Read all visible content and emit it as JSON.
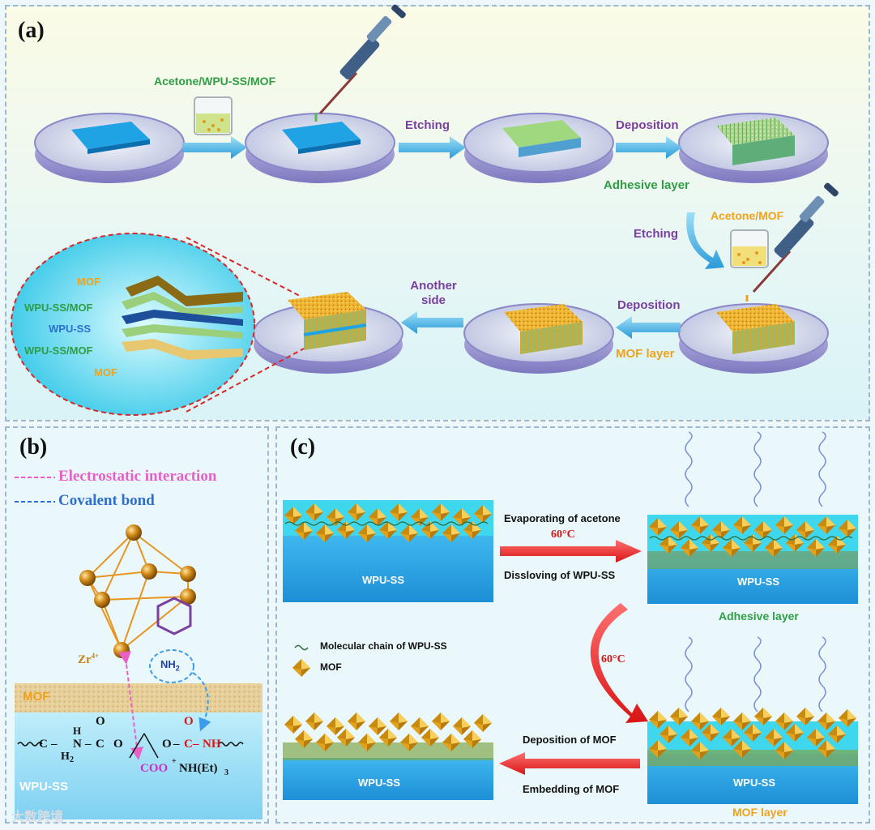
{
  "panel_a": {
    "label": "(a)",
    "steps": {
      "acetone_wpu_mof": "Acetone/WPU-SS/MOF",
      "etching_1": "Etching",
      "deposition_1": "Deposition",
      "adhesive_layer": "Adhesive layer",
      "etching_2": "Etching",
      "acetone_mof": "Acetone/MOF",
      "deposition_2": "Deposition",
      "mof_layer": "MOF layer",
      "another_side": "Another side"
    },
    "stack_labels": [
      "MOF",
      "WPU-SS/MOF",
      "WPU-SS",
      "WPU-SS/MOF",
      "MOF"
    ]
  },
  "panel_b": {
    "label": "(b)",
    "legend": {
      "electrostatic": "Electrostatic interaction",
      "covalent": "Covalent bond"
    },
    "zr": "Zr",
    "zr_charge": "4+",
    "nh2": "NH",
    "nh2_sub": "2",
    "mof": "MOF",
    "wpu": "WPU-SS",
    "chem": {
      "n1": "N",
      "h1": "H",
      "c1": "C",
      "o1": "O",
      "o2": "O",
      "ch2": "C",
      "h2sub": "H",
      "h2n": "2",
      "c2": "C",
      "o3": "O",
      "o4": "O",
      "nh": "NH",
      "coo": "COO",
      "plus": "+",
      "amine": "NH(Et)",
      "amine_sub": "3",
      "dash1": "–",
      "dash2": "–",
      "dash3": "–",
      "dash4": "–"
    },
    "colors": {
      "electrostatic": "#e85fc6",
      "covalent": "#2d6fd1",
      "zr": "#c9820f"
    }
  },
  "panel_c": {
    "label": "(c)",
    "wpu": "WPU-SS",
    "evaporating": "Evaporating of acetone",
    "temp1": "60°C",
    "dissolving": "Dissloving of WPU-SS",
    "adhesive_layer": "Adhesive layer",
    "molecular_chain": "Molecular chain of WPU-SS",
    "mof_legend": "MOF",
    "temp2": "60°C",
    "deposition": "Deposition of MOF",
    "embedding": "Embedding of MOF",
    "mof_layer": "MOF layer"
  },
  "watermark": "大数跨境"
}
